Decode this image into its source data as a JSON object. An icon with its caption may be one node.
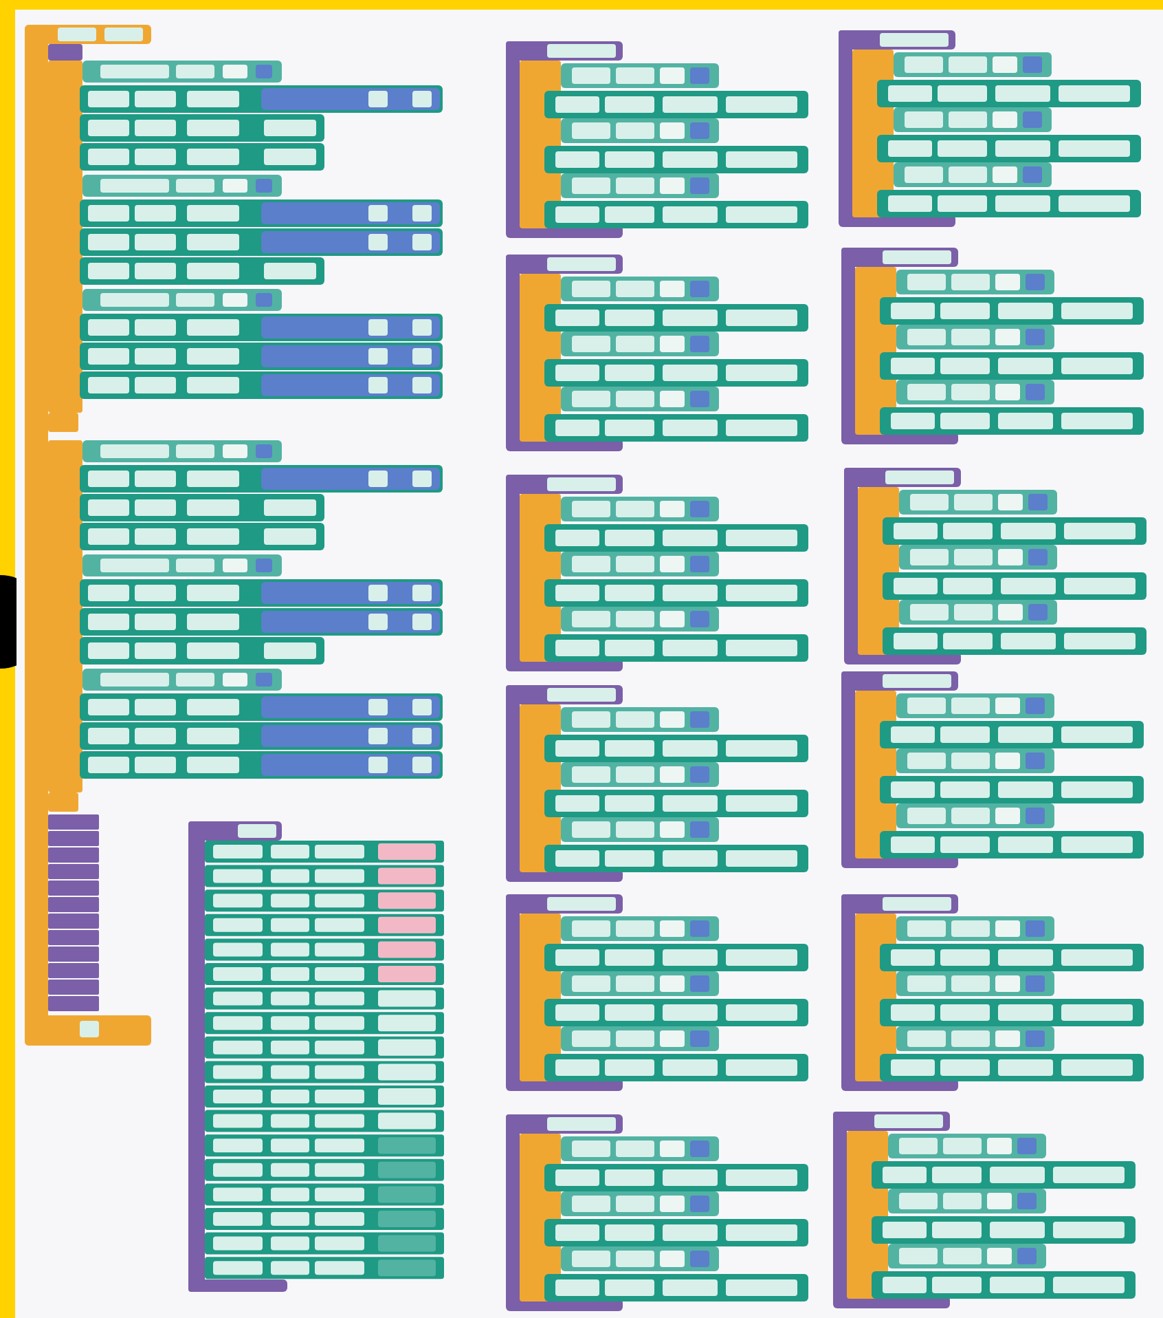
{
  "diagram": {
    "nodes": [
      {
        "text": [],
        "shape": "box"
      },
      {
        "text": [],
        "shape": "box"
      },
      {
        "text": [],
        "shape": "box"
      },
      {
        "text": [],
        "shape": "box"
      },
      {
        "text": [],
        "shape": "box"
      },
      {
        "text": [],
        "shape": "box"
      },
      {
        "text": [],
        "shape": "box"
      },
      {
        "text": [],
        "shape": "box"
      },
      {
        "text": [],
        "shape": "box"
      },
      {
        "text": [],
        "shape": "box"
      },
      {
        "text": [],
        "shape": "box"
      },
      {
        "text": [],
        "shape": "box"
      },
      {
        "text": [],
        "shape": "box"
      },
      {
        "text": [],
        "shape": "box"
      }
    ]
  }
}
